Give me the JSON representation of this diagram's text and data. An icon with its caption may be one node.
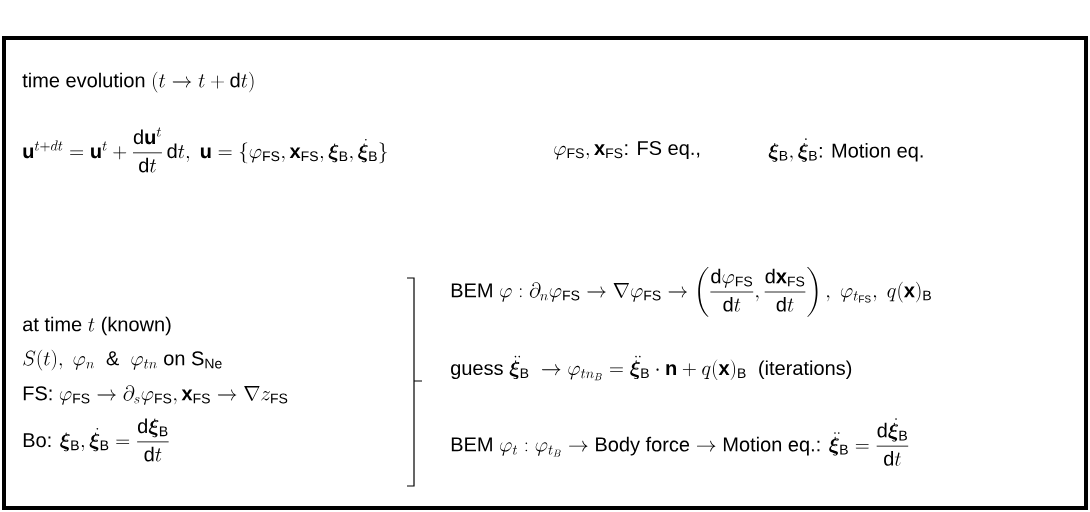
{
  "diagram": {
    "labels": [
      "\\text{time evolution }(t\\rightarrow t+\\mathrm{d}t)",
      "\\mathbf{u}^{t+dt}=\\mathbf{u}^{t}+\\dfrac{\\mathrm{d}\\mathbf{u}^{t}}{\\mathrm{d}t}\\,\\mathrm{d}t,\\ \\mathbf{u}=\\{\\varphi_{\\mathrm{FS}},\\mathbf{x}_{\\mathrm{FS}},\\boldsymbol{\\xi}_{\\mathrm{B}},\\dot{\\boldsymbol{\\xi}}_{\\mathrm{B}}\\}",
      "\\varphi_{\\mathrm{FS}},\\mathbf{x}_{\\mathrm{FS}}\\text{: FS eq.,}",
      "\\boldsymbol{\\xi}_{\\mathrm{B}},\\dot{\\boldsymbol{\\xi}}_{\\mathrm{B}}\\text{: Motion eq.}",
      "\\text{at time }t\\text{ (known)}",
      "S(t),\\ \\varphi_{n}\\ \\text{ \\& }\\ \\varphi_{tn}\\text{ on S}_{\\mathrm{Ne}}",
      "\\text{FS: }\\varphi_{\\mathrm{FS}}\\rightarrow\\partial_{s}\\varphi_{\\mathrm{FS}},\\mathbf{x}_{\\mathrm{FS}}\\rightarrow\\nabla z_{\\mathrm{FS}}",
      "\\text{Bo: }\\boldsymbol{\\xi}_{\\mathrm{B}},\\dot{\\boldsymbol{\\xi}}_{\\mathrm{B}}=\\dfrac{\\mathrm{d}\\boldsymbol{\\xi}_{\\mathrm{B}}}{\\mathrm{d}t}",
      "\\text{BEM }\\varphi:\\partial_{n}\\varphi_{\\mathrm{FS}}\\rightarrow\\nabla\\varphi_{\\mathrm{FS}}\\rightarrow\\left(\\dfrac{\\mathrm{d}\\varphi_{\\mathrm{FS}}}{\\mathrm{d}t},\\dfrac{\\mathrm{d}\\mathbf{x}_{\\mathrm{FS}}}{\\mathrm{d}t}\\right),\\ \\varphi_{t_{\\mathrm{FS}}},\\ q(\\mathbf{x})_{\\mathrm{B}}",
      "\\text{guess }\\ddot{\\boldsymbol{\\xi}}_{\\mathrm{B}}\\ \\rightarrow\\varphi_{tn_{B}}=\\ddot{\\boldsymbol{\\xi}}_{\\mathrm{B}}\\cdot\\mathbf{n}+q(\\mathbf{x})_{\\mathrm{B}}\\ \\text{ (iterations)}",
      "\\text{BEM }\\varphi_{t}:\\varphi_{t_{B}}\\rightarrow\\text{Body force}\\rightarrow\\text{Motion eq.: }\\ddot{\\boldsymbol{\\xi}}_{\\mathrm{B}}=\\dfrac{\\mathrm{d}\\dot{\\boldsymbol{\\xi}}_{\\mathrm{B}}}{\\mathrm{d}t}"
    ]
  }
}
